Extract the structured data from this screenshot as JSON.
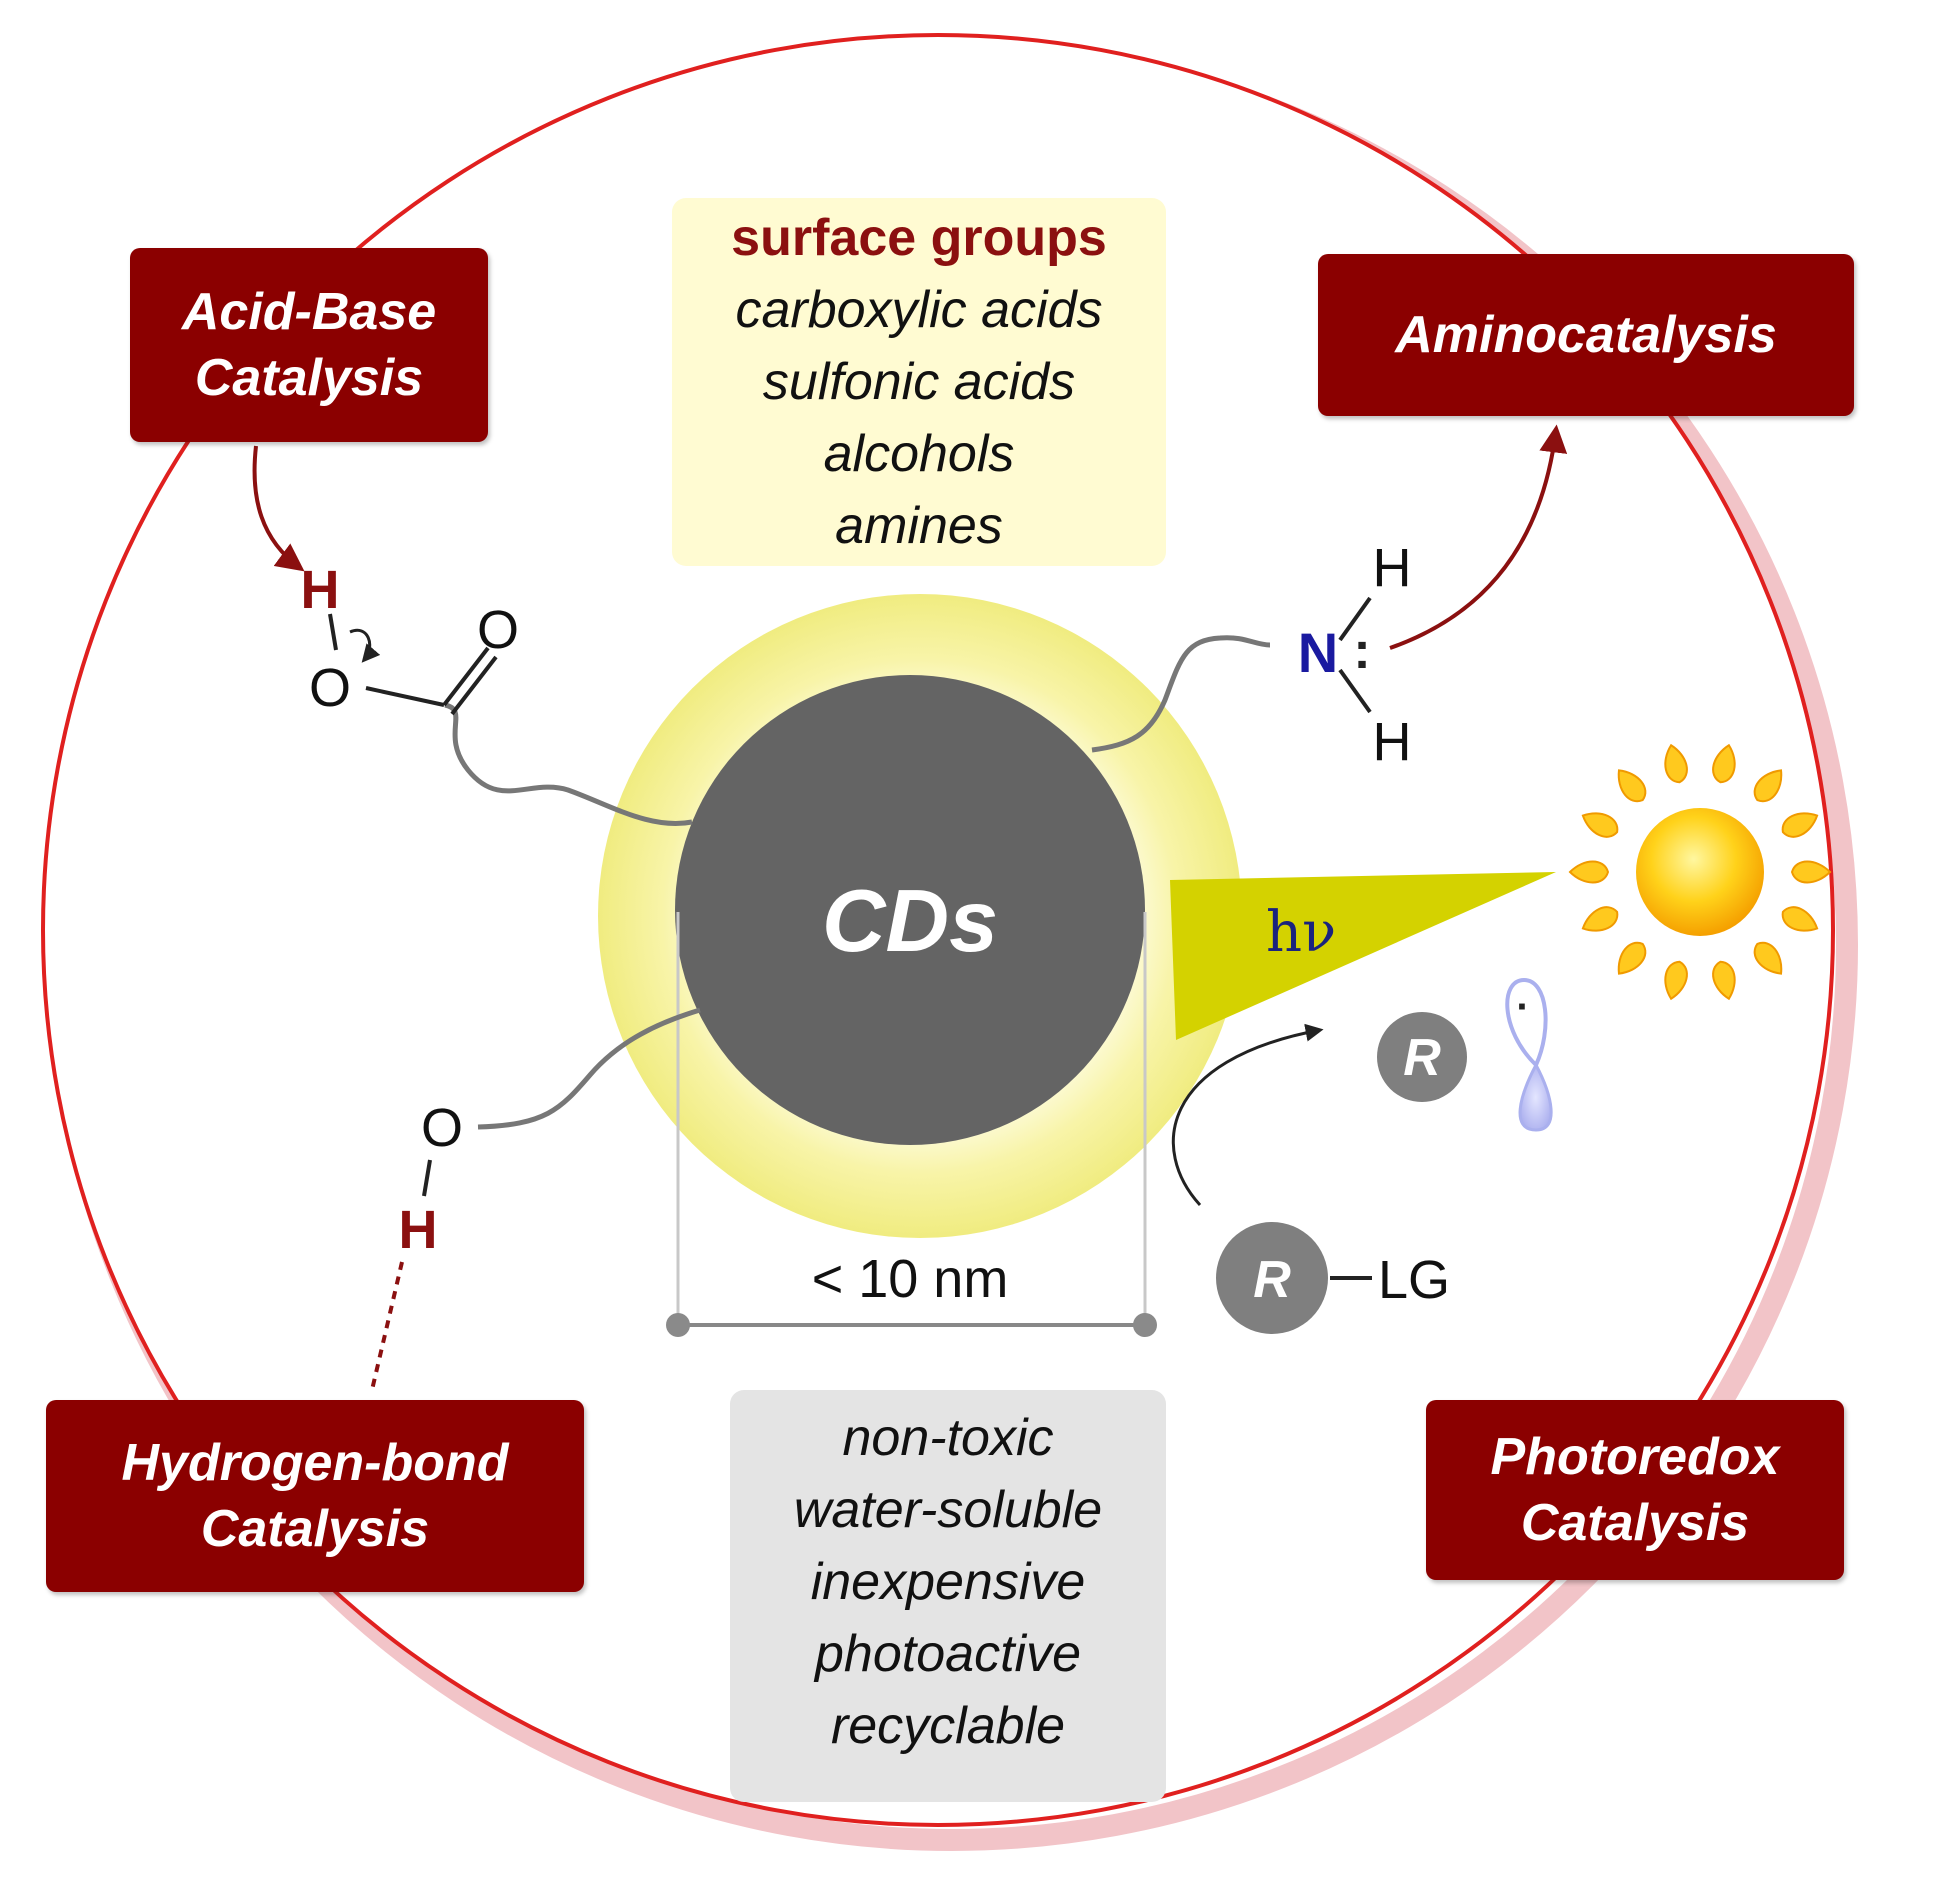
{
  "core": {
    "label": "CDs",
    "size_label": "< 10 nm"
  },
  "surface_panel": {
    "heading": "surface groups",
    "items": [
      "carboxylic acids",
      "sulfonic acids",
      "alcohols",
      "amines"
    ]
  },
  "properties_panel": {
    "items": [
      "non-toxic",
      "water-soluble",
      "inexpensive",
      "photoactive",
      "recyclable"
    ]
  },
  "catalysis_modes": {
    "acid_base": [
      "Acid-Base",
      "Catalysis"
    ],
    "amino": [
      "Aminocatalysis"
    ],
    "hydrogen_bond": [
      "Hydrogen-bond",
      "Catalysis"
    ],
    "photoredox": [
      "Photoredox",
      "Catalysis"
    ]
  },
  "atoms": {
    "h": "H",
    "o": "O",
    "n": "N",
    "r": "R",
    "lg": "LG",
    "lone_pair": ":",
    "radical_dot": "·"
  },
  "light_label": "hν",
  "colors": {
    "label_box": "#8b0000",
    "outer_circle": "#e0201f",
    "core": "#646464",
    "halo": "#f4f090",
    "hv_beam": "#d4d200",
    "nitrogen": "#1a1aa0",
    "orbital": "#aab0ee"
  },
  "icons": [
    "sun-icon",
    "p-orbital-icon"
  ]
}
